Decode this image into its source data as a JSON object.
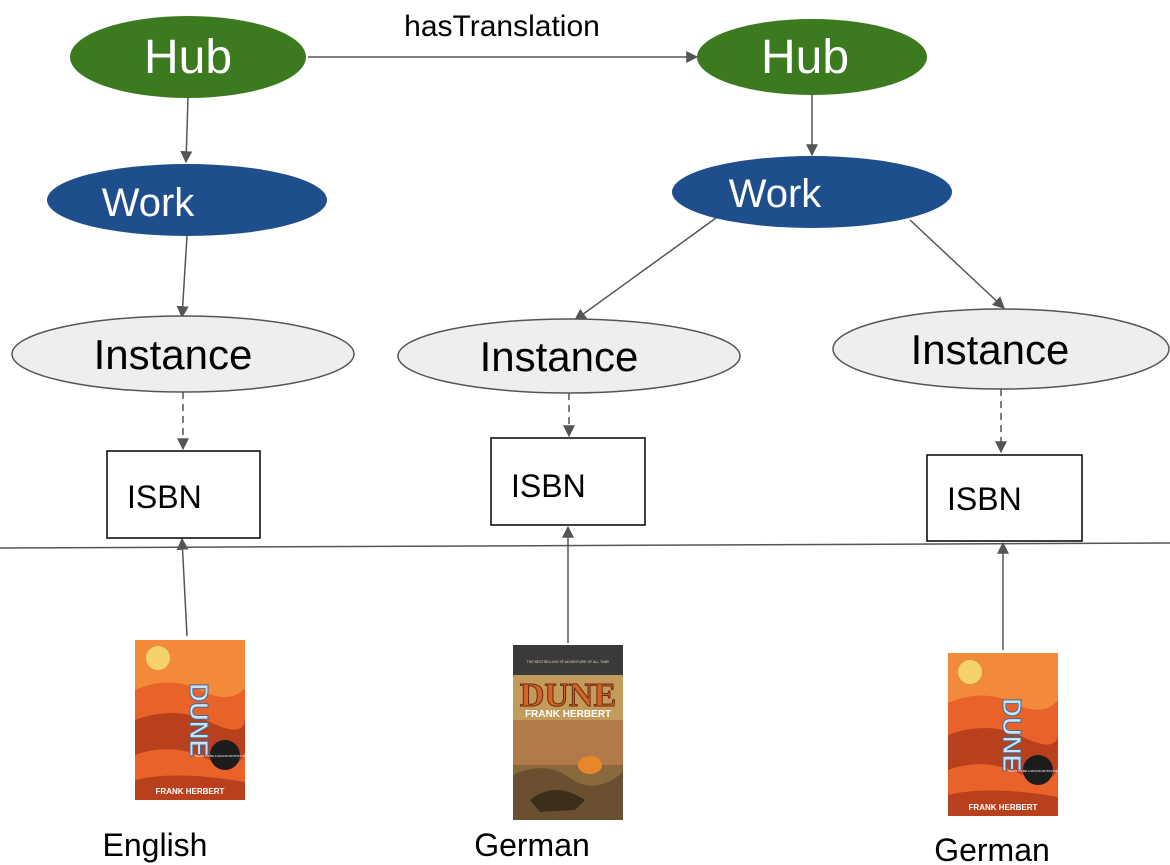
{
  "edge_label": "hasTranslation",
  "hubs": [
    "Hub",
    "Hub"
  ],
  "works": [
    "Work",
    "Work"
  ],
  "instances": [
    "Instance",
    "Instance",
    "Instance"
  ],
  "isbns": [
    "ISBN",
    "ISBN",
    "ISBN"
  ],
  "covers": [
    {
      "title": "DUNE",
      "author": "FRANK HERBERT",
      "badge": "SOON TO BE A MAJOR MOTION PICTURE",
      "tagline": ""
    },
    {
      "title": "DUNE",
      "author": "FRANK HERBERT",
      "badge": "",
      "tagline": "THE BESTSELLING SF ADVENTURE OF ALL TIME!"
    },
    {
      "title": "DUNE",
      "author": "FRANK HERBERT",
      "badge": "SOON TO BE A MAJOR MOTION PICTURE",
      "tagline": ""
    }
  ],
  "languages": [
    "English",
    "German",
    "German"
  ],
  "colors": {
    "hub": "#3b7a1f",
    "work": "#1f4e8c",
    "instance": "#eeeeee",
    "line": "#555555",
    "cover_orange": "#e8622a",
    "cover_dark": "#b8401c",
    "cover_sky": "#f28a3a",
    "cover_brown": "#8a6a3c"
  }
}
